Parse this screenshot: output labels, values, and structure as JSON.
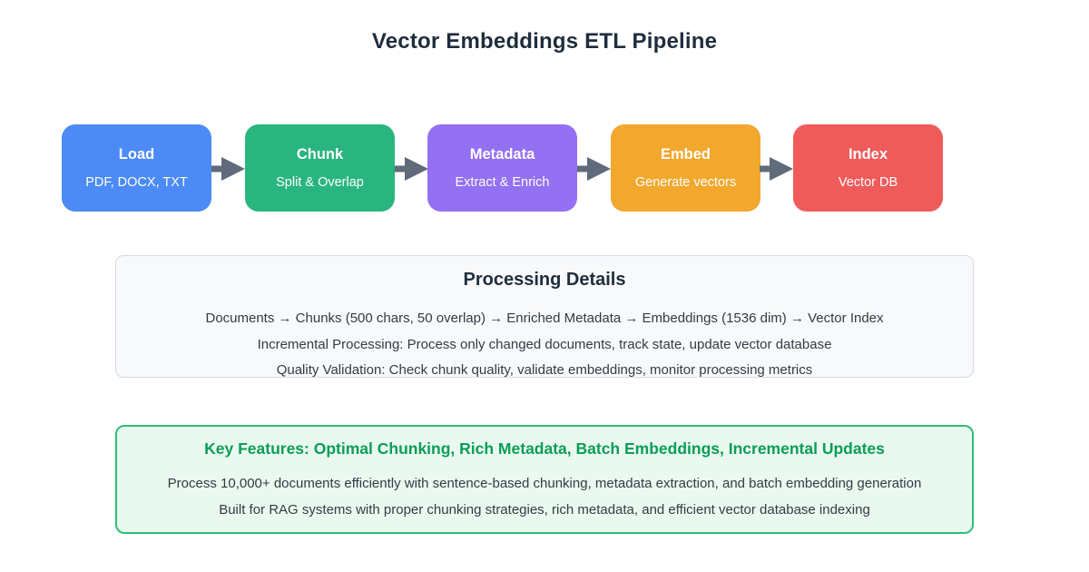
{
  "title": "Vector Embeddings ETL Pipeline",
  "pipeline": {
    "arrow_color": "#5F6B7A",
    "stages": [
      {
        "label": "Load",
        "sublabel": "PDF, DOCX, TXT",
        "color": "#4C8BF5"
      },
      {
        "label": "Chunk",
        "sublabel": "Split & Overlap",
        "color": "#29B57F"
      },
      {
        "label": "Metadata",
        "sublabel": "Extract & Enrich",
        "color": "#9470F2"
      },
      {
        "label": "Embed",
        "sublabel": "Generate vectors",
        "color": "#F2A72D"
      },
      {
        "label": "Index",
        "sublabel": "Vector DB",
        "color": "#EF5A5A"
      }
    ]
  },
  "processing_details": {
    "title": "Processing Details",
    "lines": [
      "Documents → Chunks (500 chars, 50 overlap) → Enriched Metadata → Embeddings (1536 dim) → Vector Index",
      "Incremental Processing: Process only changed documents, track state, update vector database",
      "Quality Validation: Check chunk quality, validate embeddings, monitor processing metrics"
    ]
  },
  "key_features": {
    "title": "Key Features: Optimal Chunking, Rich Metadata, Batch Embeddings, Incremental Updates",
    "title_color": "#0B9D58",
    "border_color": "#2FBE77",
    "background": "#E9F9EF",
    "lines": [
      "Process 10,000+ documents efficiently with sentence-based chunking, metadata extraction, and batch embedding generation",
      "Built for RAG systems with proper chunking strategies, rich metadata, and efficient vector database indexing"
    ]
  }
}
